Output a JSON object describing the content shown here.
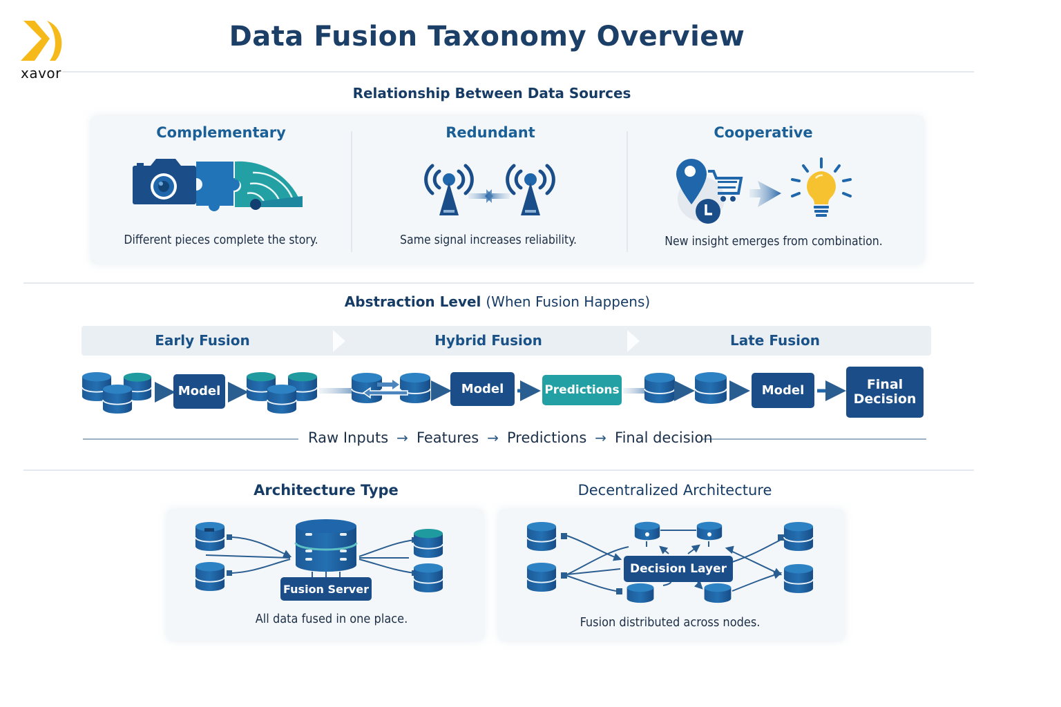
{
  "brand": {
    "name": "xavor",
    "logo_color": "#f6b91a"
  },
  "title": "Data Fusion Taxonomy Overview",
  "colors": {
    "navy": "#1b4e88",
    "blue": "#2272b3",
    "teal": "#23a0a4",
    "title": "#1b3f66",
    "bulb": "#f6c22f"
  },
  "relationship": {
    "heading": "Relationship Between Data Sources",
    "cards": [
      {
        "title": "Complementary",
        "icon": "camera-puzzle-radar-icon",
        "caption": "Different pieces complete the story."
      },
      {
        "title": "Redundant",
        "icon": "antenna-pair-icon",
        "caption": "Same signal increases reliability."
      },
      {
        "title": "Cooperative",
        "icon": "location-cart-clock-to-lightbulb-icon",
        "caption": "New insight emerges from combination."
      }
    ]
  },
  "abstraction": {
    "heading_bold": "Abstraction Level",
    "heading_light": "(When Fusion Happens)",
    "stages": [
      {
        "label": "Early Fusion"
      },
      {
        "label": "Hybrid Fusion"
      },
      {
        "label": "Late Fusion"
      }
    ],
    "boxes": {
      "early_model": "Model",
      "hybrid_model": "Model",
      "hybrid_predictions": "Predictions",
      "late_model": "Model",
      "final_decision_line1": "Final",
      "final_decision_line2": "Decision"
    },
    "flow": [
      "Raw Inputs",
      "Features",
      "Predictions",
      "Final decision"
    ],
    "flow_arrow": "→"
  },
  "architecture": {
    "centralized": {
      "heading": "Architecture Type",
      "server_label": "Fusion Server",
      "caption": "All data fused in one place."
    },
    "decentralized": {
      "heading": "Decentralized Architecture",
      "layer_label": "Decision Layer",
      "caption": "Fusion distributed across nodes."
    }
  }
}
